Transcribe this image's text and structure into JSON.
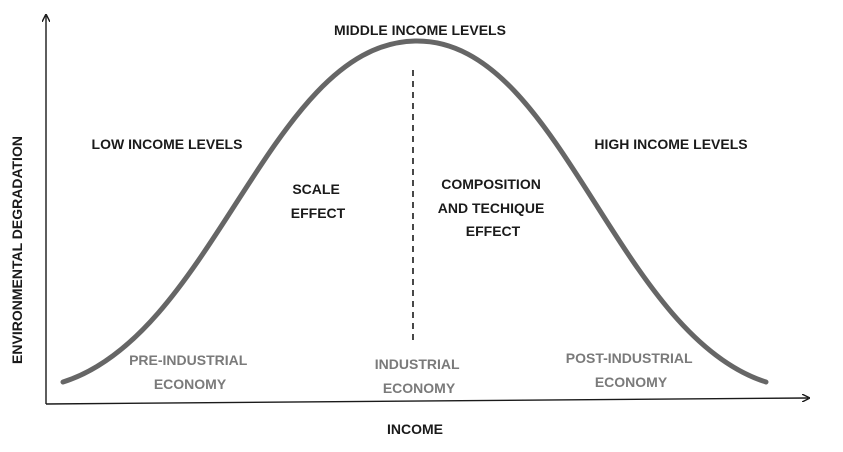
{
  "axes": {
    "y_label": "ENVIRONMENTAL DEGRADATION",
    "x_label": "INCOME"
  },
  "regions": {
    "low": "LOW INCOME LEVELS",
    "middle": "MIDDLE INCOME LEVELS",
    "high": "HIGH INCOME LEVELS"
  },
  "effects": {
    "scale": [
      "SCALE",
      "EFFECT"
    ],
    "composition": [
      "COMPOSITION",
      "AND TECHIQUE",
      "EFFECT"
    ]
  },
  "economies": {
    "pre_industrial": [
      "PRE-INDUSTRIAL",
      "ECONOMY"
    ],
    "industrial": [
      "INDUSTRIAL",
      "ECONOMY"
    ],
    "post_industrial": [
      "POST-INDUSTRIAL",
      "ECONOMY"
    ]
  },
  "colors": {
    "curve": "#666666",
    "axis": "#1a1a1a",
    "dark_text": "#1a1a1a",
    "gray_text": "#7a7a7a"
  }
}
